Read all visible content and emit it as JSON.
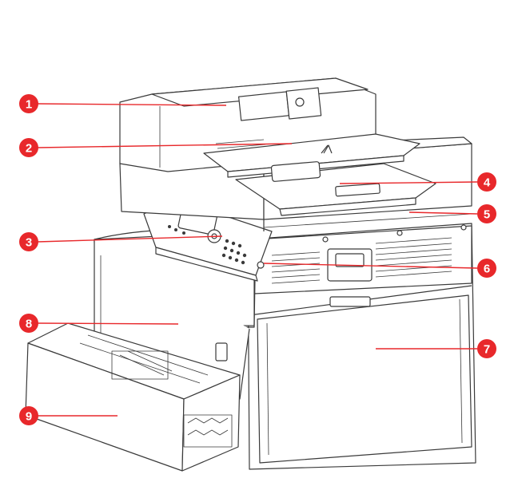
{
  "colors": {
    "callout_fill": "#e8282b",
    "callout_text": "#ffffff",
    "leader_line": "#e8282b",
    "line_art": "#3a3a3a",
    "background": "#ffffff"
  },
  "callouts": [
    {
      "label": "1"
    },
    {
      "label": "2"
    },
    {
      "label": "3"
    },
    {
      "label": "4"
    },
    {
      "label": "5"
    },
    {
      "label": "6"
    },
    {
      "label": "7"
    },
    {
      "label": "8"
    },
    {
      "label": "9"
    }
  ]
}
